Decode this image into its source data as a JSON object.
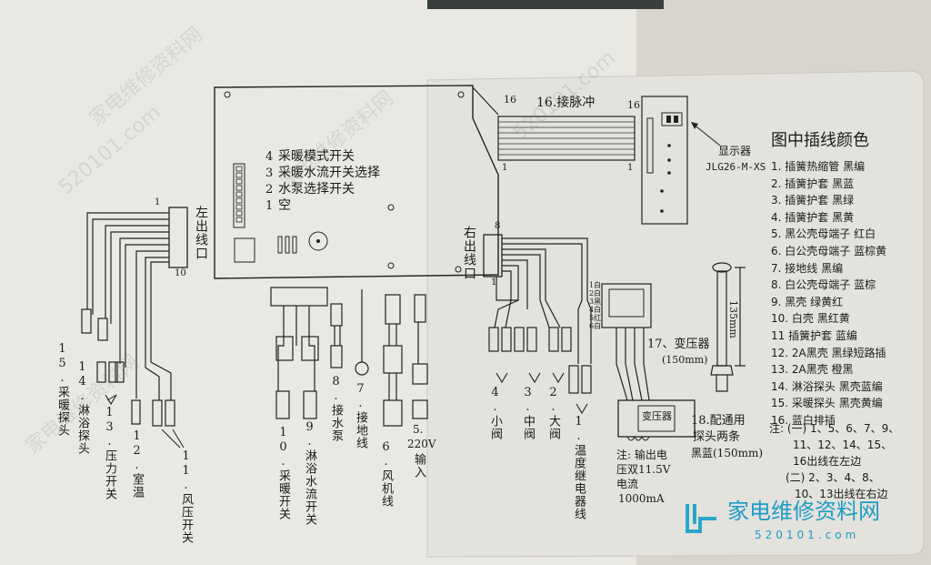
{
  "colors": {
    "paper": "#e9e8e3",
    "panel": "#e2e1dc",
    "ink": "#1b1b1b",
    "wall": "#d8d6cf"
  },
  "board": {
    "switch_lines": [
      "采暖模式开关",
      "采暖水流开关选择",
      "水泵选择开关",
      "空"
    ],
    "switch_nums": [
      "4",
      "3",
      "2",
      "1"
    ],
    "left_outlet": "左出线口",
    "right_outlet": "右出线口",
    "pin1": "1",
    "pin10": "10",
    "pin8": "8",
    "pin1b": "1"
  },
  "pulse": {
    "label": "16.接脉冲",
    "n16a": "16",
    "n16b": "16",
    "n1a": "1",
    "n1b": "1"
  },
  "display": {
    "name": "显示器",
    "model": "JLG26-M-XS"
  },
  "legend": {
    "title": "图中插线颜色",
    "items": [
      "1. 插簧热缩管  黑编",
      "2. 插簧护套  黑蓝",
      "3. 插簧护套  黑绿",
      "4. 插簧护套  黑黄",
      "5. 黑公壳母端子  红白",
      "6. 白公壳母端子  蓝棕黄",
      "7. 接地线  黑编",
      "8. 白公壳母端子  蓝棕",
      "9. 黑壳  绿黄红",
      "10. 白壳  黑红黄",
      "11  插簧护套  蓝编",
      "12. 2A黑壳  黑绿短路插",
      "13. 2A黑壳  橙黑",
      "14. 淋浴探头  黑壳蓝编",
      "15. 采暖探头  黑壳黄编",
      "16. 蓝白排插"
    ],
    "notes": [
      "注: (一) 1、5、6、7、9、",
      "11、12、14、15、",
      "16出线在左边",
      "(二) 2、3、4、8、",
      "10、13出线在右边"
    ]
  },
  "components": {
    "c15": "15.采暖探头",
    "c14": "14.淋浴探头",
    "c13": "13.压力开关",
    "c12": "12.室温",
    "c11": "11.风压开关",
    "c10": "10.采暖开关",
    "c9": "9.淋浴水流开关",
    "c8": "8.接水泵",
    "c7": "7.接地线",
    "c6": "6.风机线",
    "c5a": "5.",
    "c5b": "220V",
    "c5c": "输入",
    "c4": "4.小阀",
    "c3": "3.中阀",
    "c2": "2.大阀",
    "c1": "1.温度继电器线"
  },
  "transformer": {
    "label": "17、变压器",
    "sub": "(150mm)",
    "note_lines": [
      "注: 输出电",
      "压双11.5V",
      "电流",
      "1000mA"
    ],
    "plug_labels": [
      "1白",
      "2白",
      "3黑",
      "4白",
      "5红",
      "6白"
    ],
    "core_text": "变压器"
  },
  "probe": {
    "length_label": "135mm",
    "caption_lines": [
      "18.配通用",
      "探头两条",
      "黑蓝(150mm)"
    ]
  },
  "watermark": {
    "site": "家电维修资料网",
    "url": "520101.com"
  },
  "logo": {
    "text": "家电维修资料网",
    "url": "520101.com"
  }
}
